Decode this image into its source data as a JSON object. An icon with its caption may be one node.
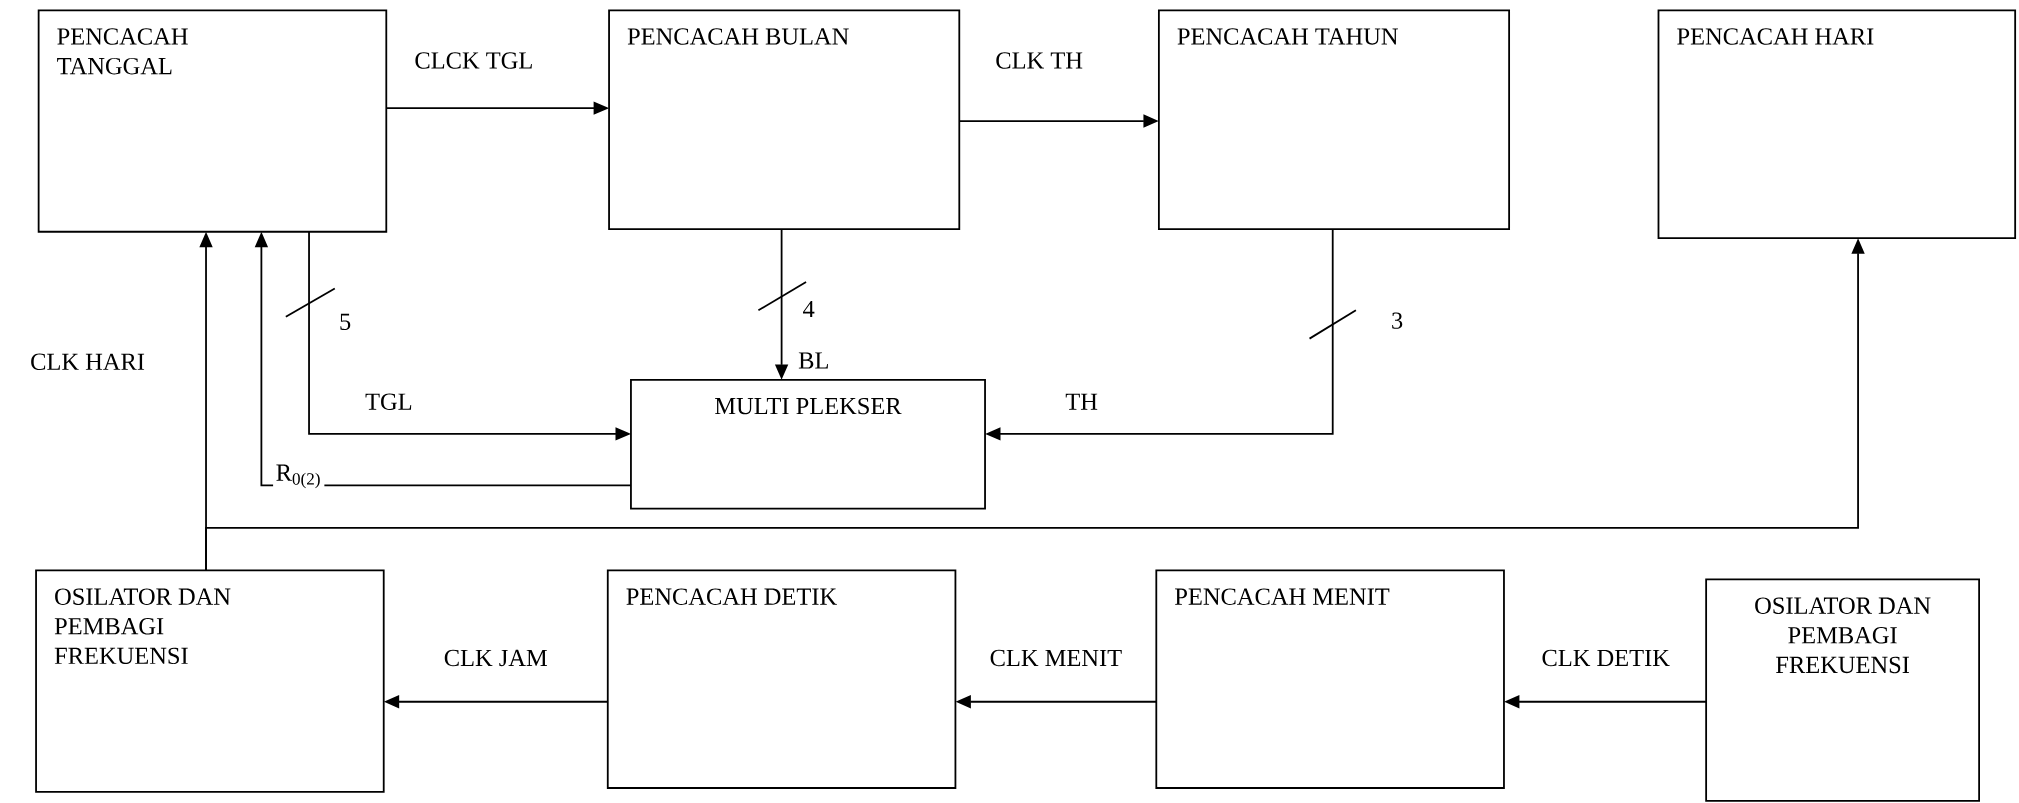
{
  "diagram": {
    "nodes": [
      {
        "text": [
          "PENCACAH TANGGAL"
        ]
      },
      {
        "text": [
          "PENCACAH BULAN"
        ]
      },
      {
        "text": [
          "PENCACAH TAHUN"
        ]
      },
      {
        "text": [
          "PENCACAH HARI"
        ]
      },
      {
        "text": [
          "MULTI PLEKSER"
        ]
      },
      {
        "text": [
          "OSILATOR DAN PEMBAGI FREKUENSI"
        ]
      },
      {
        "text": [
          "PENCACAH DETIK"
        ]
      },
      {
        "text": [
          "PENCACAH MENIT"
        ]
      },
      {
        "text": [
          "OSILATOR DAN PEMBAGI FREKUENSI"
        ]
      }
    ],
    "edges": [
      {
        "from": 0,
        "to": 1,
        "arrow": "to",
        "label": "CLCK TGL"
      },
      {
        "from": 1,
        "to": 2,
        "arrow": "to",
        "label": "CLK TH"
      },
      {
        "from": 2,
        "to": 4,
        "arrow": "to",
        "label": "TH"
      },
      {
        "from": 0,
        "to": 4,
        "arrow": "to",
        "label": "TGL"
      },
      {
        "from": 1,
        "to": 4,
        "arrow": "to",
        "label": "BL"
      },
      {
        "from": 4,
        "to": 0,
        "arrow": "to",
        "label": "R$_{0(2)}$"
      },
      {
        "from": 5,
        "to": 0,
        "arrow": "to",
        "label": "CLK HARI"
      },
      {
        "from": 5,
        "to": 3,
        "arrow": "to"
      },
      {
        "from": 8,
        "to": 7,
        "arrow": "to",
        "label": "CLK DETIK"
      },
      {
        "from": 7,
        "to": 6,
        "arrow": "to",
        "label": "CLK MENIT"
      },
      {
        "from": 6,
        "to": 5,
        "arrow": "to",
        "label": "CLK JAM"
      }
    ],
    "labels": [
      "5",
      "4",
      "3"
    ]
  }
}
